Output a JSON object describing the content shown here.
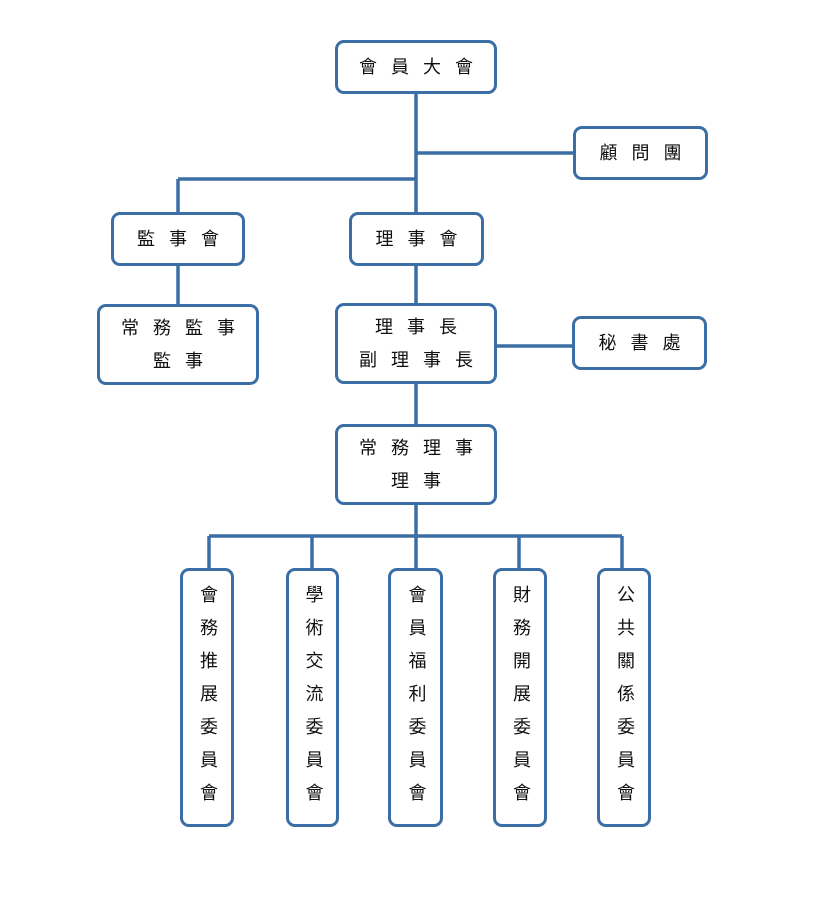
{
  "colors": {
    "line": "#3b6ea5"
  },
  "nodes": {
    "general_assembly": "會員大會",
    "advisory_group": "顧問團",
    "board_of_supervisors": "監事會",
    "board_of_directors": "理事會",
    "supervisors": {
      "line1": "常務監事",
      "line2": "監事"
    },
    "chairman": {
      "line1": "理事長",
      "line2": "副理事長"
    },
    "secretariat": "秘書處",
    "directors": {
      "line1": "常務理事",
      "line2": "理事"
    },
    "committees": [
      "會務推展委員會",
      "學術交流委員會",
      "會員福利委員會",
      "財務開展委員會",
      "公共關係委員會"
    ]
  }
}
